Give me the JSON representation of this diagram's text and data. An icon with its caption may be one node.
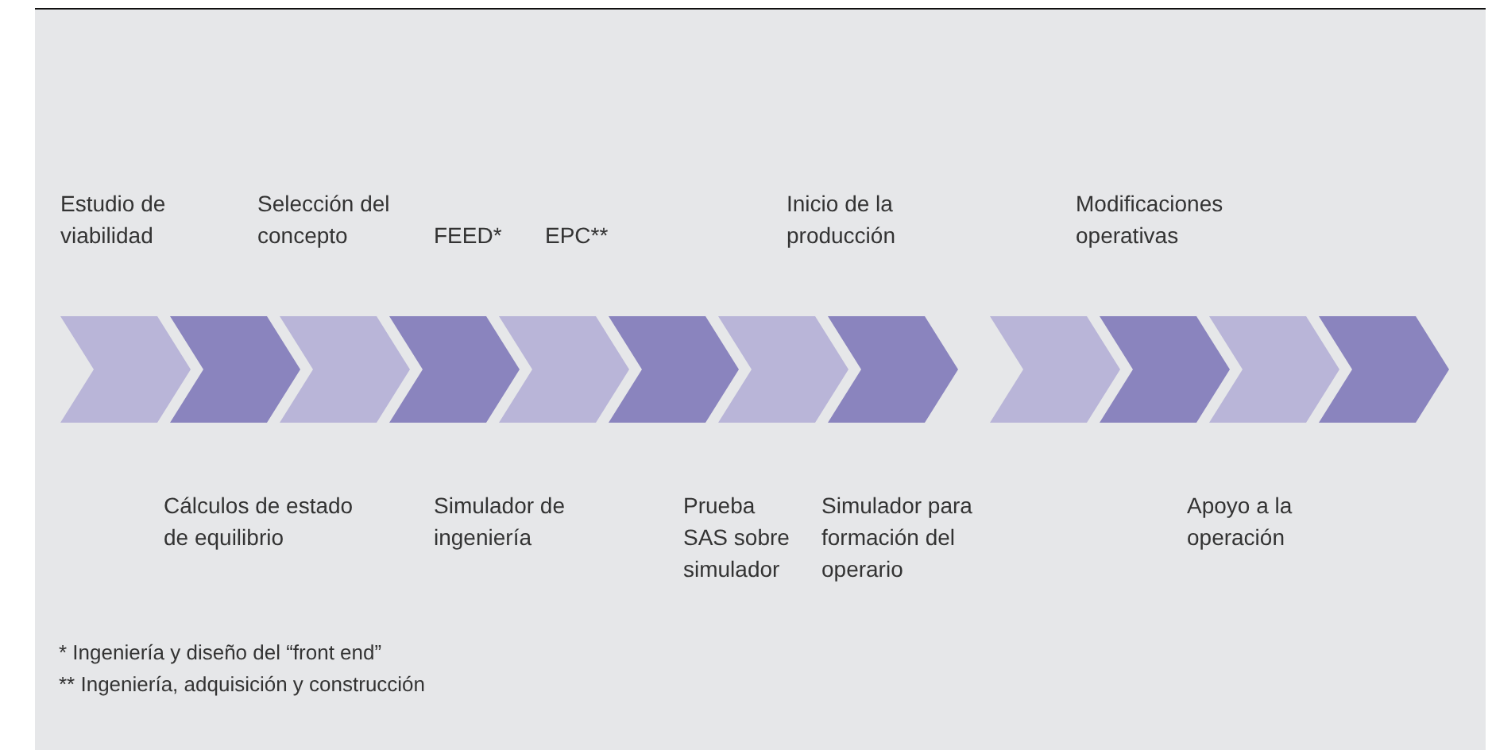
{
  "diagram": {
    "nodes": [
      {
        "text": [],
        "shape": "chevron"
      },
      {
        "text": [],
        "shape": "chevron"
      },
      {
        "text": [],
        "shape": "chevron"
      },
      {
        "text": [],
        "shape": "chevron"
      },
      {
        "text": [],
        "shape": "chevron"
      },
      {
        "text": [],
        "shape": "chevron"
      },
      {
        "text": [],
        "shape": "chevron"
      },
      {
        "text": [],
        "shape": "chevron"
      },
      {
        "text": [],
        "shape": "chevron"
      },
      {
        "text": [],
        "shape": "chevron"
      },
      {
        "text": [],
        "shape": "chevron"
      },
      {
        "text": [],
        "shape": "chevron"
      }
    ],
    "edges": [],
    "labels": [
      "Estudio de viabilidad",
      "Selección del concepto",
      "FEED*",
      "EPC**",
      "Inicio de la producción",
      "Modificaciones operativas",
      "Cálculos de estado de equilibrio",
      "Simulador de ingeniería",
      "Prueba SAS sobre simulador",
      "Simulador para formación del operario",
      "Apoyo a la operación",
      "* Ingeniería y diseño del “front end”",
      "** Ingeniería, adquisición y construcción"
    ]
  }
}
